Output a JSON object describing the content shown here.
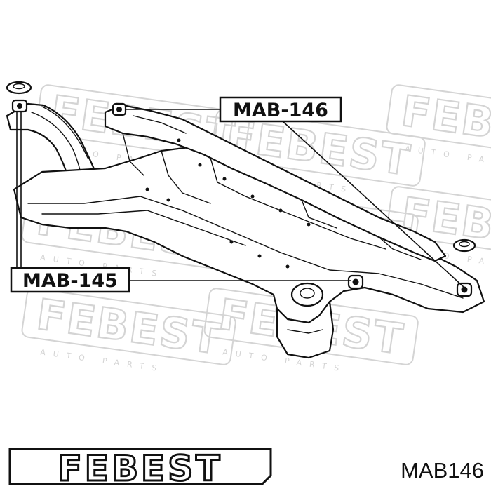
{
  "diagram": {
    "watermark": {
      "brand": "FEBEST",
      "subtitle": "AUTO PARTS"
    },
    "callouts": [
      {
        "id": "callout-mab-146",
        "label": "MAB-146"
      },
      {
        "id": "callout-mab-145",
        "label": "MAB-145"
      }
    ],
    "footer": {
      "brand_logo": "FEBEST",
      "part_number": "MAB146"
    },
    "colors": {
      "ink": "#111111",
      "watermark": "#d4d4d4",
      "background": "#ffffff"
    }
  }
}
